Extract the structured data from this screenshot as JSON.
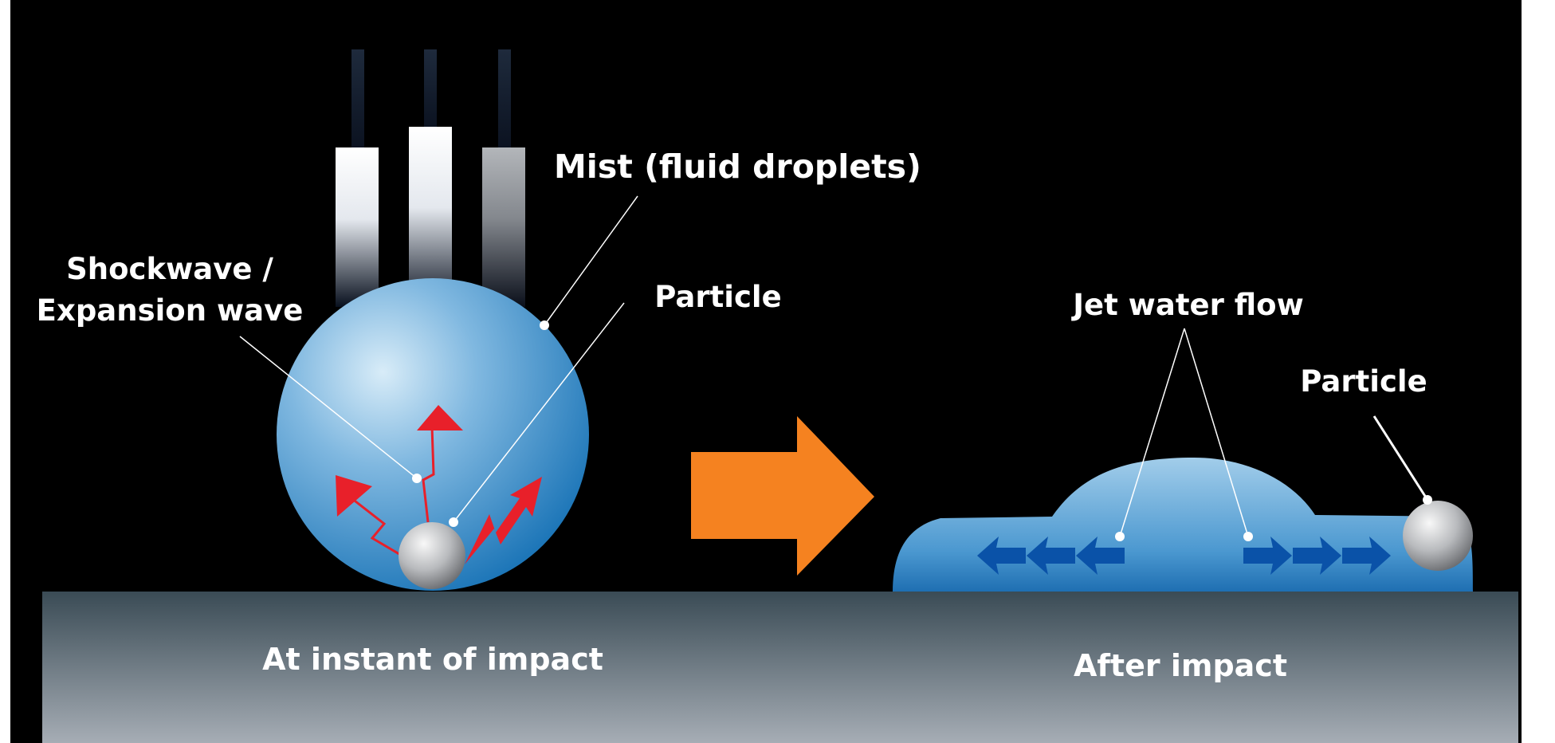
{
  "labels": {
    "mist": "Mist (fluid droplets)",
    "shockwave_line1": "Shockwave /",
    "shockwave_line2": "Expansion wave",
    "particle_left": "Particle",
    "jet_flow": "Jet water flow",
    "particle_right": "Particle",
    "instant": "At instant of impact",
    "after": "After impact"
  },
  "colors": {
    "background": "#000000",
    "droplet": "#4a98d0",
    "shock_arrows": "#e8202a",
    "transition_arrow": "#f58220",
    "flow_arrows": "#0a52a8",
    "substrate_top": "#3d4e57",
    "substrate_bottom": "#a3aab3",
    "leader_lines": "#ffffff"
  },
  "icons": {
    "transition": "right-arrow-icon",
    "flow": "chevron-arrow-icon"
  }
}
